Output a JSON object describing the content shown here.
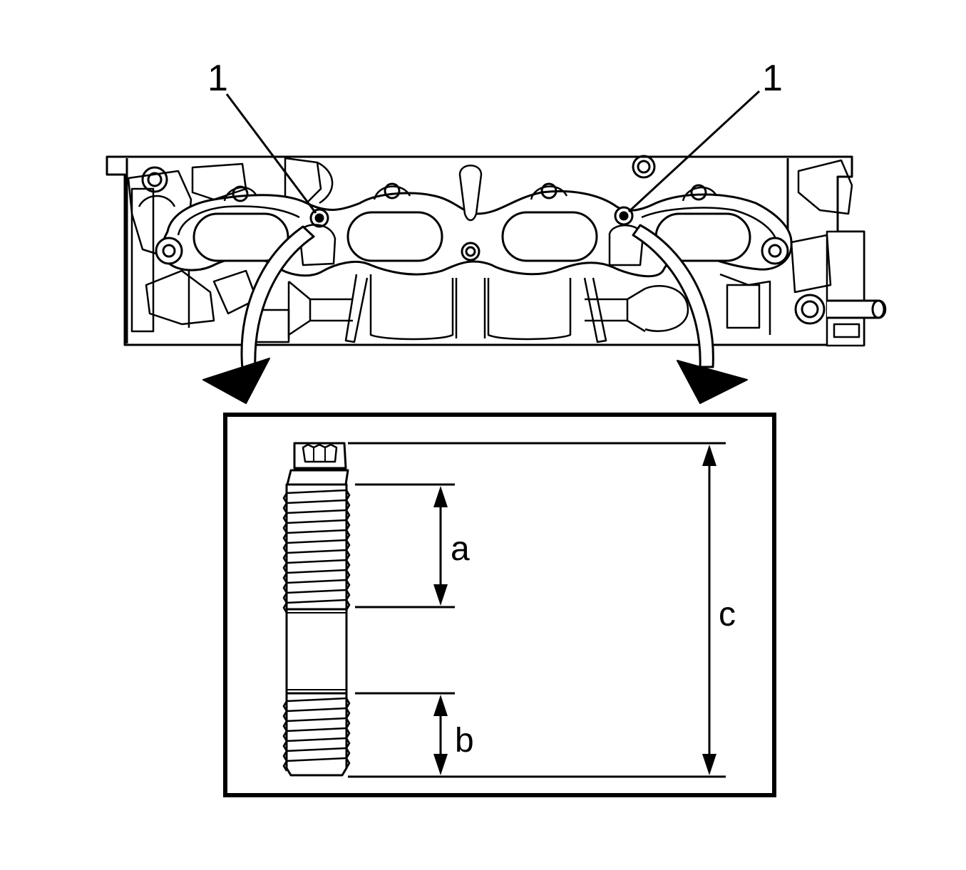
{
  "callouts": [
    {
      "id": "left-stud",
      "text": "1"
    },
    {
      "id": "right-stud",
      "text": "1"
    }
  ],
  "dimensions": {
    "a": "a",
    "b": "b",
    "c": "c"
  },
  "colors": {
    "line": "#000000",
    "background": "#ffffff"
  }
}
